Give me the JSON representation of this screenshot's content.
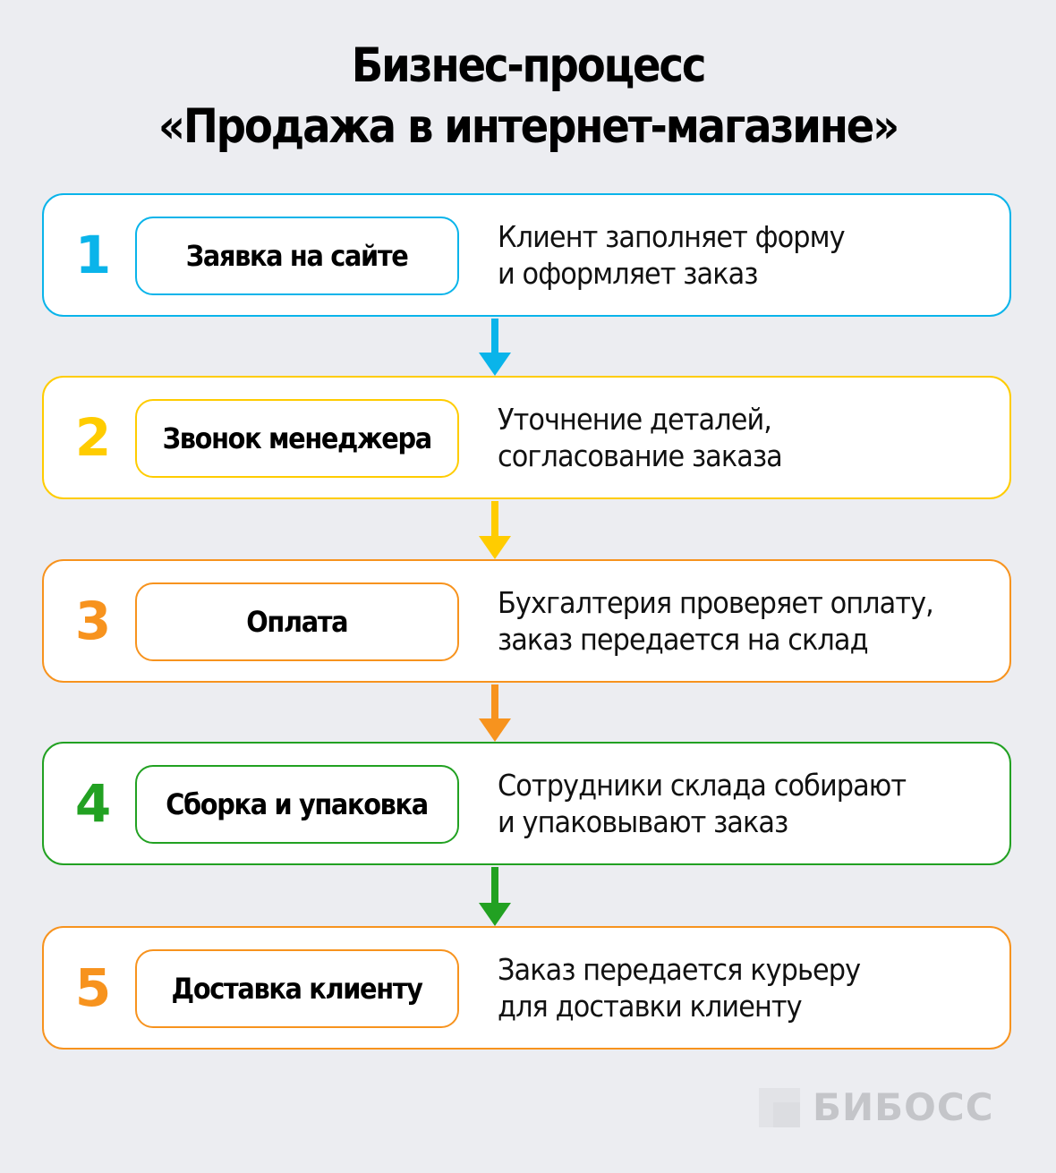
{
  "title": {
    "line1": "Бизнес-процесс",
    "line2": "«Продажа в интернет-магазине»"
  },
  "steps": [
    {
      "number": "1",
      "name": "Заявка на сайте",
      "description_line1": "Клиент заполняет форму",
      "description_line2": "и оформляет заказ",
      "color": "#0ab4ea"
    },
    {
      "number": "2",
      "name": "Звонок менеджера",
      "description_line1": "Уточнение деталей,",
      "description_line2": "согласование заказа",
      "color": "#ffcc00"
    },
    {
      "number": "3",
      "name": "Оплата",
      "description_line1": "Бухгалтерия проверяет оплату,",
      "description_line2": "заказ передается на склад",
      "color": "#f7931e"
    },
    {
      "number": "4",
      "name": "Сборка и упаковка",
      "description_line1": "Сотрудники склада собирают",
      "description_line2": "и упаковывают заказ",
      "color": "#22a122"
    },
    {
      "number": "5",
      "name": "Доставка клиенту",
      "description_line1": "Заказ передается курьеру",
      "description_line2": "для доставки клиенту",
      "color": "#f7931e"
    }
  ],
  "arrows": [
    {
      "from": "1",
      "to": "2",
      "icon": "arrow-down-icon",
      "color": "#0ab4ea"
    },
    {
      "from": "2",
      "to": "3",
      "icon": "arrow-down-icon",
      "color": "#ffcc00"
    },
    {
      "from": "3",
      "to": "4",
      "icon": "arrow-down-icon",
      "color": "#f7931e"
    },
    {
      "from": "4",
      "to": "5",
      "icon": "arrow-down-icon",
      "color": "#22a122"
    }
  ],
  "logo": {
    "text": "БИБОСС"
  }
}
